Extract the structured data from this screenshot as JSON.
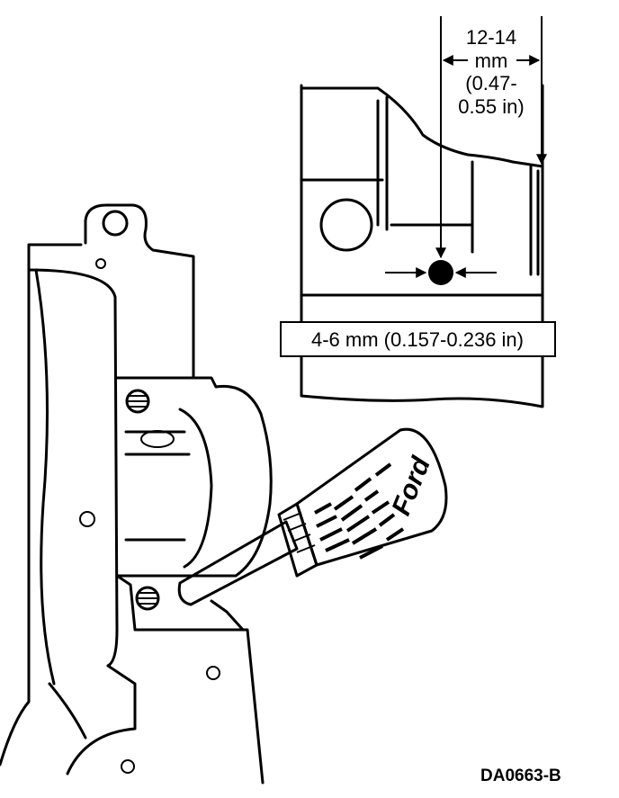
{
  "dimension_top": {
    "line1": "12-14",
    "line2": "mm",
    "line3": "(0.47-",
    "line4": "0.55 in)"
  },
  "dimension_bead": "4-6 mm (0.157-0.236 in)",
  "tube_brand": "Ford",
  "figure_code": "DA0663-B"
}
